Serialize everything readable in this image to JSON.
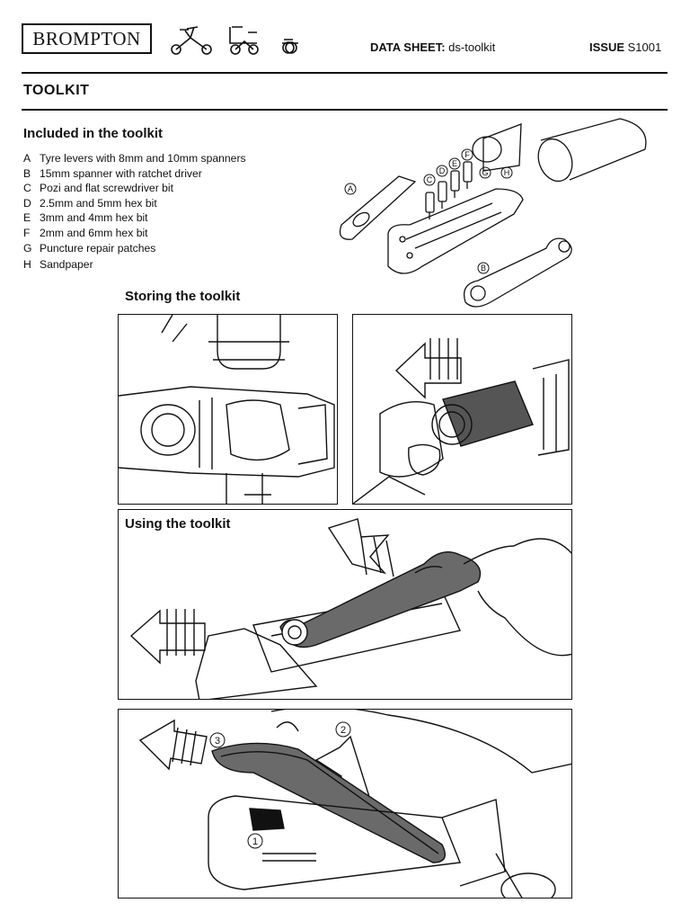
{
  "header": {
    "brand": "BROMPTON",
    "datasheet_label": "DATA SHEET:",
    "datasheet_value": "ds-toolkit",
    "issue_label": "ISSUE",
    "issue_value": "S1001"
  },
  "title": "TOOLKIT",
  "included": {
    "heading": "Included in the toolkit",
    "items": [
      {
        "key": "A",
        "text": "Tyre levers with 8mm and 10mm spanners"
      },
      {
        "key": "B",
        "text": "15mm spanner with ratchet driver"
      },
      {
        "key": "C",
        "text": "Pozi and flat screwdriver bit"
      },
      {
        "key": "D",
        "text": "2.5mm and 5mm hex bit"
      },
      {
        "key": "E",
        "text": "3mm and 4mm hex bit"
      },
      {
        "key": "F",
        "text": "2mm and 6mm hex bit"
      },
      {
        "key": "G",
        "text": "Puncture repair patches"
      },
      {
        "key": "H",
        "text": "Sandpaper"
      }
    ],
    "diagram_labels": [
      "A",
      "B",
      "C",
      "D",
      "E",
      "F",
      "G",
      "H"
    ]
  },
  "storing": {
    "heading": "Storing the toolkit"
  },
  "using": {
    "heading": "Using the toolkit",
    "steps": [
      "1",
      "2",
      "3"
    ]
  }
}
